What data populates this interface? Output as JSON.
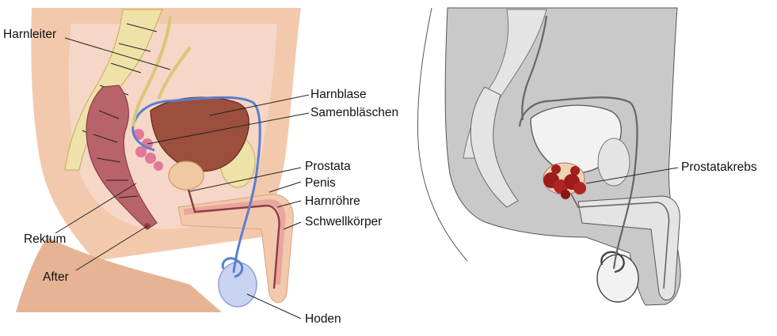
{
  "figure": {
    "left_panel_labels": {
      "harnleiter": "Harnleiter",
      "harnblase": "Harnblase",
      "samenblaeschen": "Samenbläschen",
      "prostata": "Prostata",
      "penis": "Penis",
      "harnroehre": "Harnröhre",
      "schwellkoerper": "Schwellkörper",
      "rektum": "Rektum",
      "after": "After",
      "hoden": "Hoden"
    },
    "right_panel_labels": {
      "prostatakrebs": "Prostatakrebs"
    },
    "colors": {
      "skin": "#f3c9ad",
      "skin_shadow": "#dca98a",
      "tissue": "#f6d6c6",
      "bladder": "#9c4f3c",
      "rectum": "#b8626a",
      "bone": "#efe2a8",
      "vein_blue": "#5a7fd0",
      "ureter_yellow": "#d8c77a",
      "vesicle_pink": "#e07a98",
      "grey_body": "#c9c9c9",
      "grey_light": "#e4e4e4",
      "tumor": "#9c1b1b"
    }
  }
}
